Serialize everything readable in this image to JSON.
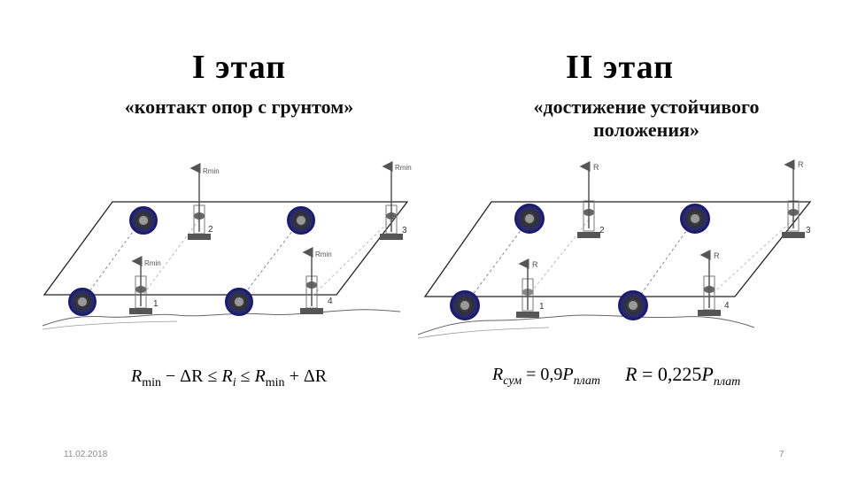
{
  "left": {
    "title": "I этап",
    "subtitle": "«контакт опор с грунтом»",
    "labels": {
      "r_top_left": "Rmin",
      "r_top_right": "Rmin",
      "r_bottom_left": "Rmin",
      "r_bottom_right": "Rmin",
      "n1": "1",
      "n2": "2",
      "n3": "3",
      "n4": "4"
    },
    "formula": {
      "r": "R",
      "min": "min",
      "dr": " − ΔR ≤ ",
      "ri": "R",
      "i": "i",
      "le": " ≤ ",
      "r2": "R",
      "min2": "min",
      "plus": " + ΔR"
    }
  },
  "right": {
    "title": "II этап",
    "subtitle_line1": "«достижение устойчивого",
    "subtitle_line2": "положения»",
    "labels": {
      "r_top_left": "R",
      "r_top_right": "R",
      "r_bottom_left": "R",
      "r_bottom_right": "R",
      "n1": "1",
      "n2": "2",
      "n3": "3",
      "n4": "4"
    },
    "formula1": {
      "r": "R",
      "sum": "сум",
      "eq": " = 0,9",
      "p": "P",
      "plat": "плат"
    },
    "formula2": {
      "r": "R",
      "eq": " = 0,225",
      "p": "P",
      "plat": "плат"
    }
  },
  "footer": {
    "date": "11.02.2018",
    "page": "7"
  },
  "colors": {
    "wheel": "#23237a",
    "arrow": "#555555",
    "support": "#444444"
  }
}
